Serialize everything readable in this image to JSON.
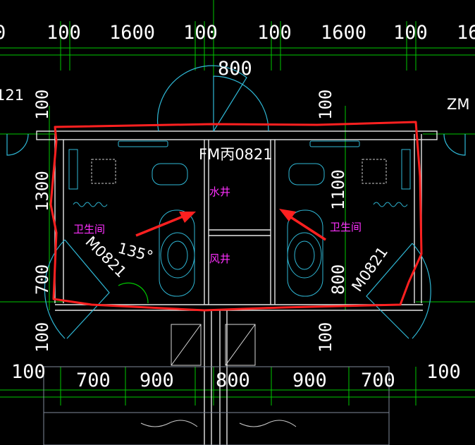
{
  "dimensions": {
    "top": [
      "100",
      "1600",
      "100",
      "100",
      "1600",
      "100"
    ],
    "top_partial_left": "0",
    "top_partial_right": "16",
    "door_width": "800",
    "left_vertical": [
      "100",
      "1300",
      "700",
      "100"
    ],
    "right_vertical": [
      "100",
      "1100",
      "800",
      "100"
    ],
    "bottom": [
      "100",
      "700",
      "900",
      "800",
      "900",
      "700",
      "100"
    ],
    "left_partial": "121"
  },
  "labels": {
    "door_code_top": "FM丙0821",
    "door_code_left": "M0821",
    "door_code_right": "M0821",
    "water_shaft": "水井",
    "air_shaft": "风井",
    "wc_left": "卫生间",
    "wc_right": "卫生间",
    "angle": "135°",
    "zm_partial": "ZM"
  },
  "colors": {
    "background": "#000000",
    "highlight": "#ff2020",
    "dimension_line": "#00c800",
    "fixture": "#2fb8d6",
    "room_label": "#ff30ff",
    "text": "#ffffff"
  }
}
